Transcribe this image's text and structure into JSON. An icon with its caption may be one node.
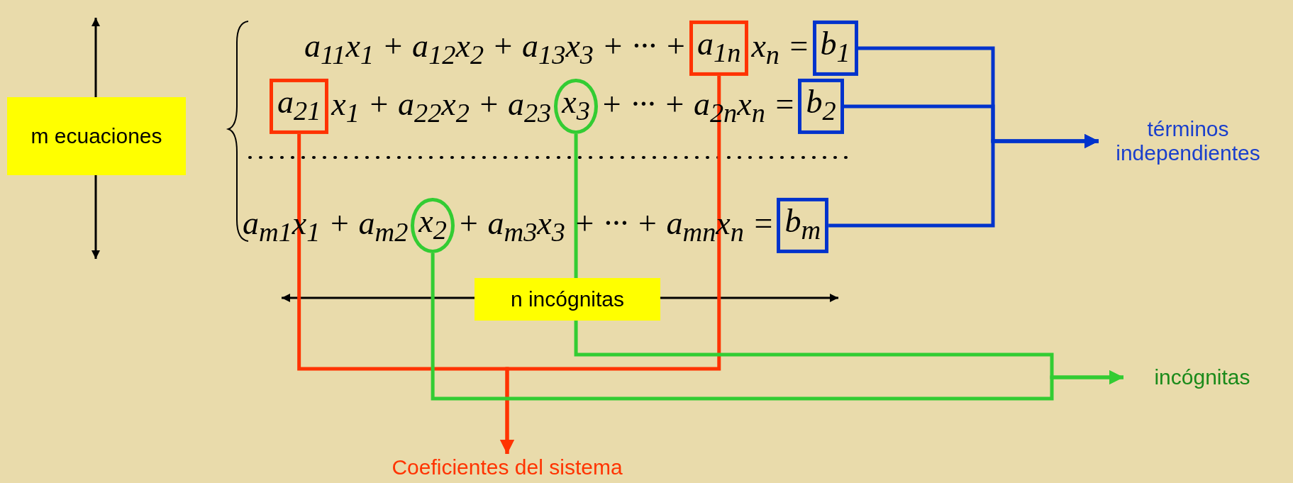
{
  "diagram": {
    "nodes": [
      {
        "text": [
          "m ecuaciones"
        ]
      },
      {
        "text": [
          "a$_{1n}$"
        ]
      },
      {
        "text": [
          "b$_{1}$"
        ]
      },
      {
        "text": [
          "a$_{21}$"
        ]
      },
      {
        "text": [
          "x$_{3}$"
        ]
      },
      {
        "text": [
          "b$_{2}$"
        ]
      },
      {
        "text": [
          "x$_{2}$"
        ]
      },
      {
        "text": [
          "b$_{m}$"
        ]
      },
      {
        "text": [
          "términos independientes"
        ]
      },
      {
        "text": [
          "n incógnitas"
        ]
      },
      {
        "text": [
          "incógnitas"
        ]
      },
      {
        "text": [
          "Coeficientes del sistema"
        ]
      }
    ],
    "edges": [
      {
        "from": 1,
        "to": 11,
        "arrow": "to",
        "color": "#ff3300"
      },
      {
        "from": 3,
        "to": 11,
        "arrow": "to",
        "color": "#ff3300"
      },
      {
        "from": 4,
        "to": 10,
        "arrow": "to",
        "color": "#33cc33"
      },
      {
        "from": 6,
        "to": 10,
        "arrow": "to",
        "color": "#33cc33"
      },
      {
        "from": 2,
        "to": 8,
        "arrow": "to",
        "color": "#0033cc"
      },
      {
        "from": 5,
        "to": 8,
        "arrow": "to",
        "color": "#0033cc"
      },
      {
        "from": 7,
        "to": 8,
        "arrow": "to",
        "color": "#0033cc"
      }
    ],
    "labels": [
      "a$_{11}$x$_{1}$ + a$_{12}$x$_{2}$ + a$_{13}$x$_{3}$ + ··· +",
      "x$_{n}$ =",
      "x$_{1}$ + a$_{22}$x$_{2}$ + a$_{23}$",
      "+ ··· + a$_{2n}$x$_{n}$ =",
      "a$_{m1}$x$_{1}$ + a$_{m2}$",
      "+ a$_{m3}$x$_{3}$ + ··· + a$_{mn}$x$_{n}$ ="
    ]
  }
}
